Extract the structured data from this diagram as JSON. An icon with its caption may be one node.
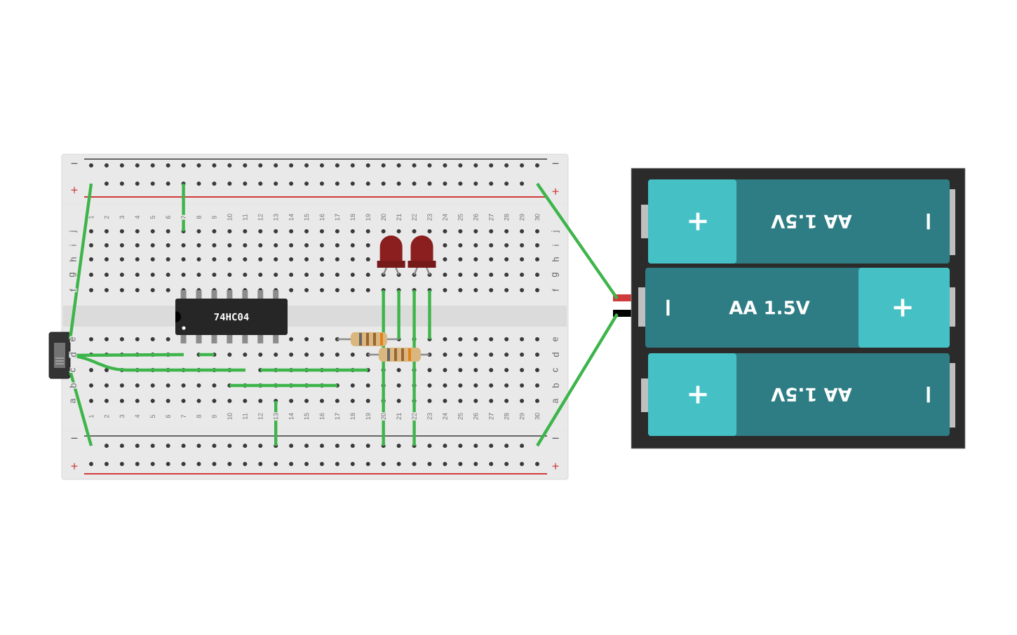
{
  "diagram": {
    "nodes": [
      {
        "text": [],
        "shape": "picture"
      },
      {
        "text": [
          "74HC04"
        ],
        "in": 0
      },
      {
        "text": [],
        "shape": "picture"
      },
      {
        "text": [],
        "shape": "box"
      },
      {
        "text": [
          "−",
          "AA 1.5V",
          "+"
        ],
        "in": 3
      },
      {
        "text": [
          "−",
          "AA 1.5V",
          "+"
        ],
        "in": 3
      },
      {
        "text": [
          "−",
          "AA 1.5V",
          "+"
        ],
        "in": 3
      }
    ],
    "edges": [
      {
        "from": 3,
        "to": 0,
        "arrow": "none"
      },
      {
        "from": 3,
        "to": 0,
        "arrow": "none"
      },
      {
        "from": 2,
        "to": 0,
        "arrow": "none"
      },
      {
        "from": 2,
        "to": 1,
        "arrow": "none"
      },
      {
        "from": 2,
        "to": 1,
        "arrow": "none"
      },
      {
        "from": 2,
        "to": 0,
        "arrow": "none"
      }
    ],
    "labels": [
      "−",
      "−",
      "+",
      "+",
      "1",
      "2",
      "3",
      "4",
      "5",
      "6",
      "7",
      "8",
      "9",
      "10",
      "11",
      "12",
      "13",
      "14",
      "15",
      "16",
      "17",
      "18",
      "19",
      "20",
      "21",
      "22",
      "23",
      "24",
      "25",
      "26",
      "27",
      "28",
      "29",
      "30",
      "j",
      "j",
      "i",
      "i",
      "h",
      "h",
      "g",
      "g",
      "f",
      "f",
      "e",
      "e",
      "d",
      "d",
      "c",
      "c",
      "b",
      "b",
      "a",
      "a",
      "1",
      "2",
      "3",
      "4",
      "5",
      "6",
      "7",
      "8",
      "9",
      "10",
      "11",
      "12",
      "13",
      "14",
      "15",
      "16",
      "17",
      "18",
      "19",
      "20",
      "21",
      "22",
      "23",
      "24",
      "25",
      "26",
      "27",
      "28",
      "29",
      "30",
      "−",
      "−",
      "+",
      "+"
    ]
  }
}
